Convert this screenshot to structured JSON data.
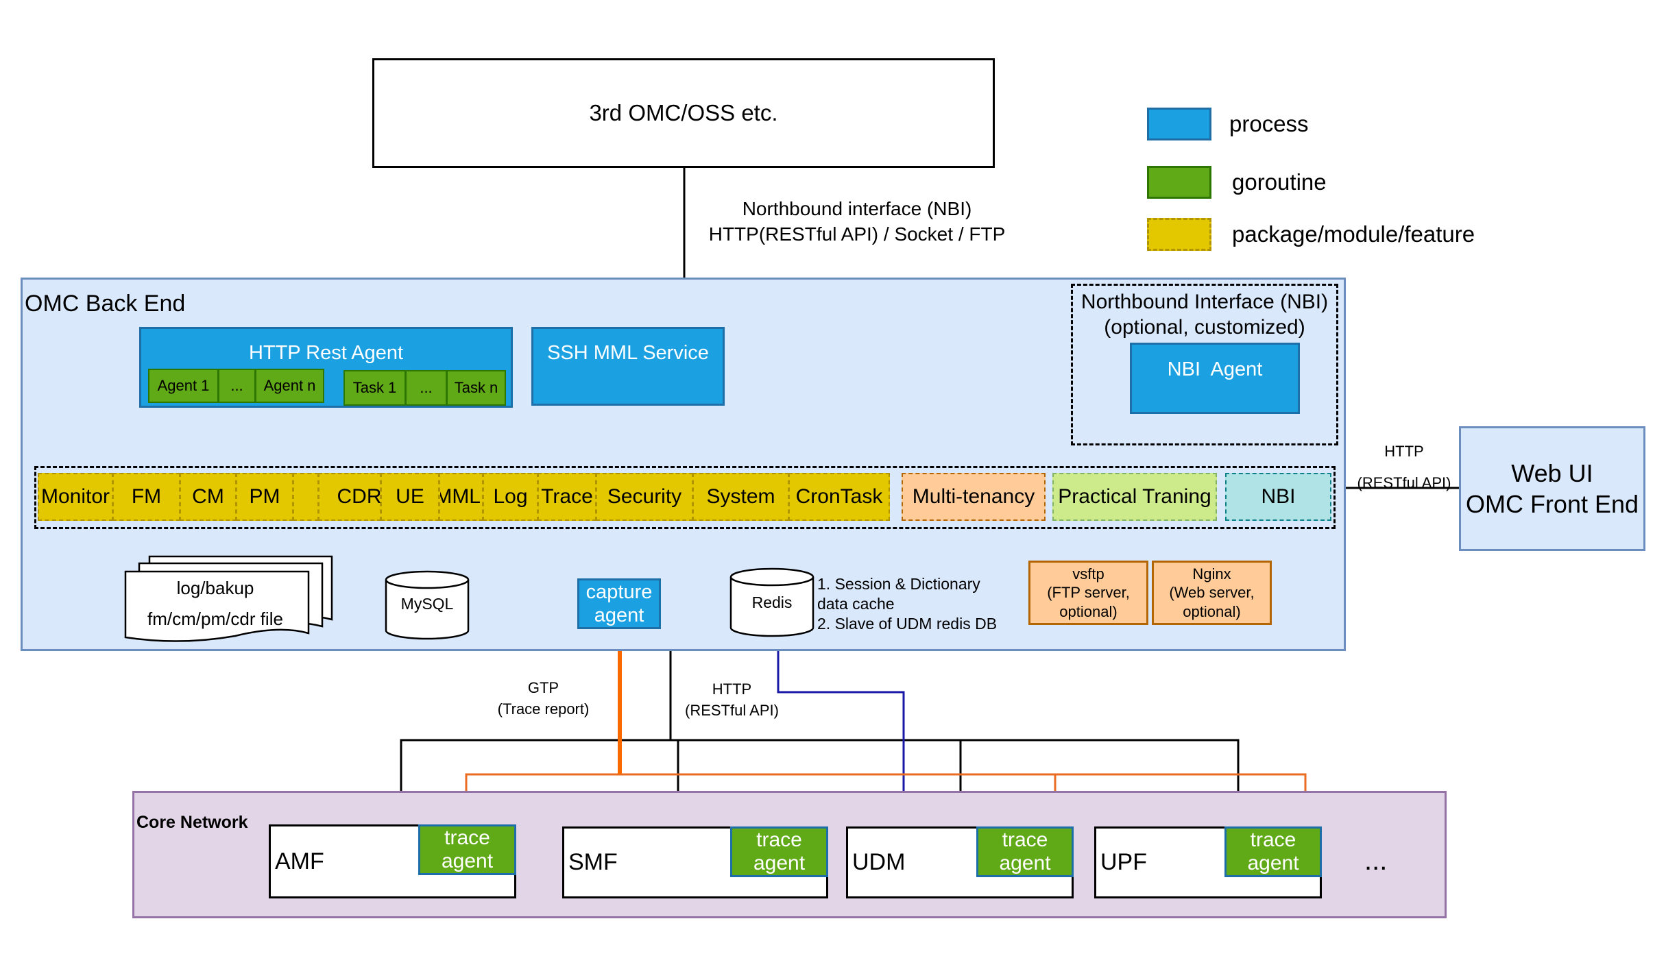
{
  "top_box": {
    "label": "3rd OMC/OSS etc."
  },
  "nbi_interface": {
    "line1": "Northbound interface (NBI)",
    "line2": "HTTP(RESTful API) / Socket / FTP"
  },
  "legend": [
    {
      "label": "process",
      "color": "#1ba1e2"
    },
    {
      "label": "goroutine",
      "color": "#60a917"
    },
    {
      "label": "package/module/feature",
      "color": "#e3c800"
    }
  ],
  "backend": {
    "title": "OMC Back End",
    "http_agent": {
      "title": "HTTP Rest Agent",
      "agents": [
        "Agent 1",
        "...",
        "Agent n"
      ],
      "tasks": [
        "Task 1",
        "...",
        "Task n"
      ]
    },
    "ssh_mml": {
      "title": "SSH MML Service"
    },
    "nbi_group": {
      "title": "Northbound Interface (NBI)\n(optional, customized)",
      "agent": "NBI  Agent"
    },
    "modules": [
      "Monitor",
      "FM",
      "CM",
      "PM",
      "",
      "CDR",
      "UE",
      "MML",
      "Log",
      "Trace",
      "Security",
      "System",
      "CronTask"
    ],
    "extra_modules": [
      "Multi-tenancy",
      "Practical Traning",
      "NBI"
    ],
    "storage": {
      "file": "log/bakup\nfm/cm/pm/cdr file",
      "mysql": "MySQL",
      "capture": "capture\nagent",
      "redis": "Redis",
      "redis_note": "1. Session & Dictionary\ndata cache\n2. Slave of UDM redis DB"
    },
    "services": [
      "vsftp\n(FTP server,\noptional)",
      "Nginx\n(Web server,\noptional)"
    ]
  },
  "web_ui": {
    "label": "Web UI\nOMC Front End",
    "link_line1": "HTTP",
    "link_line2": "(RESTful API)"
  },
  "links": {
    "gtp": "GTP\n(Trace report)",
    "http": "HTTP\n(RESTful API)"
  },
  "core": {
    "title": "Core Network",
    "nfs": [
      {
        "name": "AMF",
        "agent": "trace\nagent"
      },
      {
        "name": "SMF",
        "agent": "trace\nagent"
      },
      {
        "name": "UDM",
        "agent": "trace\nagent"
      },
      {
        "name": "UPF",
        "agent": "trace\nagent"
      }
    ],
    "more": "..."
  },
  "colors": {
    "trace_line": "#ea6b22",
    "redis_line": "#1a1aa6",
    "arrow": "#fa6800"
  }
}
